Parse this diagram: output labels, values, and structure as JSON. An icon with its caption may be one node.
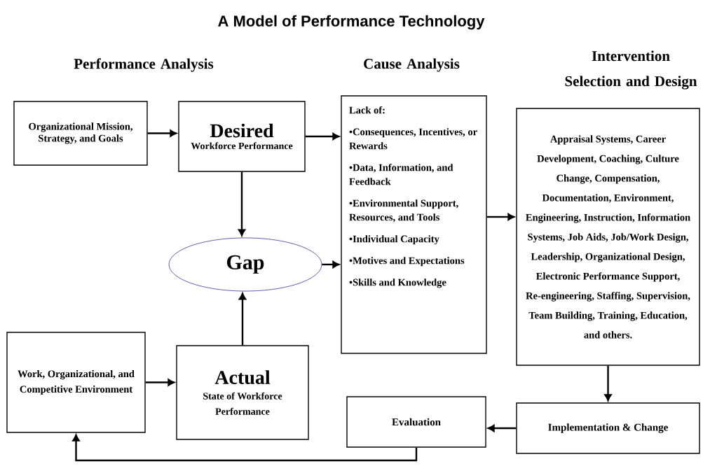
{
  "diagram": {
    "title": "A Model of Performance Technology",
    "nodes": [
      {
        "text": [
          "Organizational Mission, Strategy, and Goals"
        ]
      },
      {
        "text": [
          "Desired",
          "Workforce Performance"
        ]
      },
      {
        "text": [
          "Gap"
        ]
      },
      {
        "text": [
          "Work, Organizational, and Competitive Environment"
        ]
      },
      {
        "text": [
          "Actual",
          "State of Workforce Performance"
        ]
      },
      {
        "text": [
          "Lack of:",
          "•Consequences, Incentives, or Rewards",
          "•Data, Information, and Feedback",
          "•Environmental Support, Resources, and Tools",
          "•Individual Capacity",
          "•Motives and Expectations",
          "•Skills and Knowledge"
        ]
      },
      {
        "text": [
          "Appraisal Systems, Career Development, Coaching, Culture Change, Compensation, Documentation, Environment, Engineering, Instruction, Information Systems, Job Aids, Job/Work Design, Leadership, Organizational Design, Electronic Performance Support, Re-engineering, Staffing, Supervision, Team Building, Training, Education, and others."
        ]
      },
      {
        "text": [
          "Evaluation"
        ]
      },
      {
        "text": [
          "Implementation & Change"
        ]
      }
    ],
    "edges": [
      {
        "from": 0,
        "to": 1,
        "arrow": "to"
      },
      {
        "from": 1,
        "to": 5,
        "arrow": "to"
      },
      {
        "from": 1,
        "to": 2,
        "arrow": "to"
      },
      {
        "from": 2,
        "to": 5,
        "arrow": "to"
      },
      {
        "from": 3,
        "to": 4,
        "arrow": "to"
      },
      {
        "from": 4,
        "to": 2,
        "arrow": "to"
      },
      {
        "from": 5,
        "to": 6,
        "arrow": "to"
      },
      {
        "from": 6,
        "to": 8,
        "arrow": "to"
      },
      {
        "from": 8,
        "to": 7,
        "arrow": "to"
      },
      {
        "from": 7,
        "to": 3,
        "arrow": "to"
      }
    ],
    "labels": [
      "Performance Analysis",
      "Cause Analysis",
      "Intervention Selection and Design"
    ]
  }
}
